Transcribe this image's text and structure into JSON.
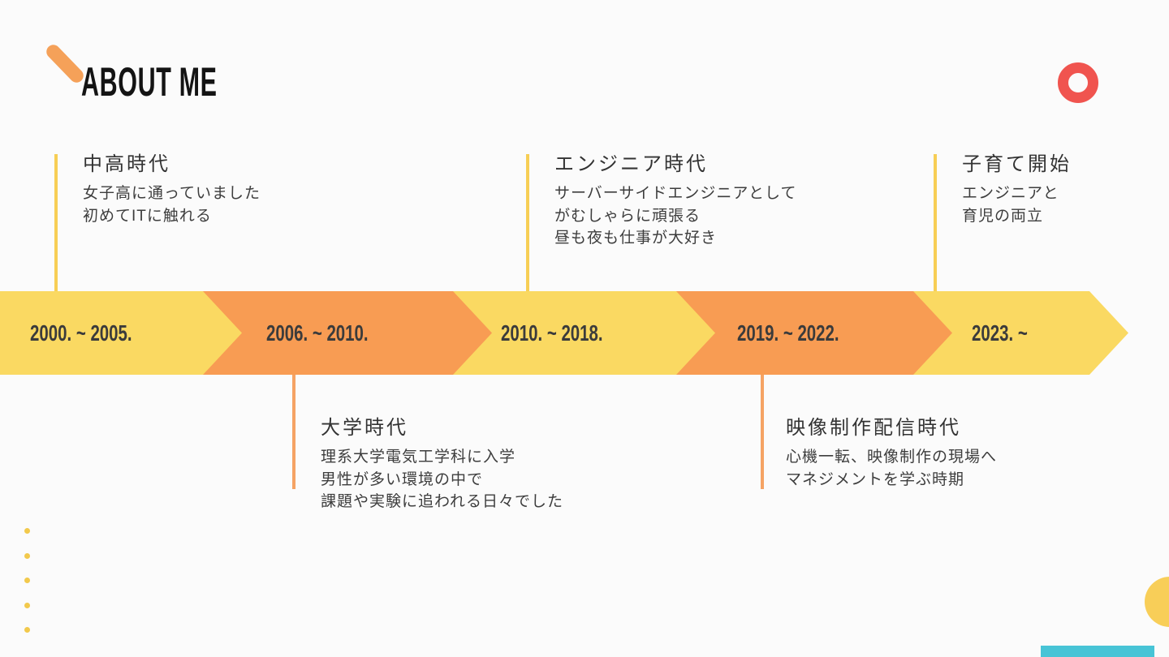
{
  "slide": {
    "title": "ABOUT ME"
  },
  "palette": {
    "bg": "#FBFBFB",
    "yellow": "#FAD962",
    "orange": "#F89C53",
    "coral": "#F0544F",
    "teal": "#47C4D6",
    "dot_yellow": "#F2C94C",
    "circle_yellow": "#F8CE58",
    "dash_orange": "#F5A159",
    "connector_yellow": "#F7CE55",
    "connector_orange": "#F5A364"
  },
  "timeline": {
    "segments": [
      {
        "label": "2000. ~ 2005.",
        "color": "yellow"
      },
      {
        "label": "2006. ~ 2010.",
        "color": "orange"
      },
      {
        "label": "2010. ~ 2018.",
        "color": "yellow"
      },
      {
        "label": "2019. ~ 2022.",
        "color": "orange"
      },
      {
        "label": "2023. ~",
        "color": "yellow"
      }
    ]
  },
  "milestones_top": [
    {
      "title": "中高時代",
      "lines": [
        "女子高に通っていました",
        "初めてITに触れる"
      ]
    },
    {
      "title": "エンジニア時代",
      "lines": [
        "サーバーサイドエンジニアとして",
        "がむしゃらに頑張る",
        "昼も夜も仕事が大好き"
      ]
    },
    {
      "title": "子育て開始",
      "lines": [
        "エンジニアと",
        "育児の両立"
      ]
    }
  ],
  "milestones_bottom": [
    {
      "title": "大学時代",
      "lines": [
        "理系大学電気工学科に入学",
        "男性が多い環境の中で",
        "課題や実験に追われる日々でした"
      ]
    },
    {
      "title": "映像制作配信時代",
      "lines": [
        "心機一転、映像制作の現場へ",
        "マネジメントを学ぶ時期"
      ]
    }
  ]
}
